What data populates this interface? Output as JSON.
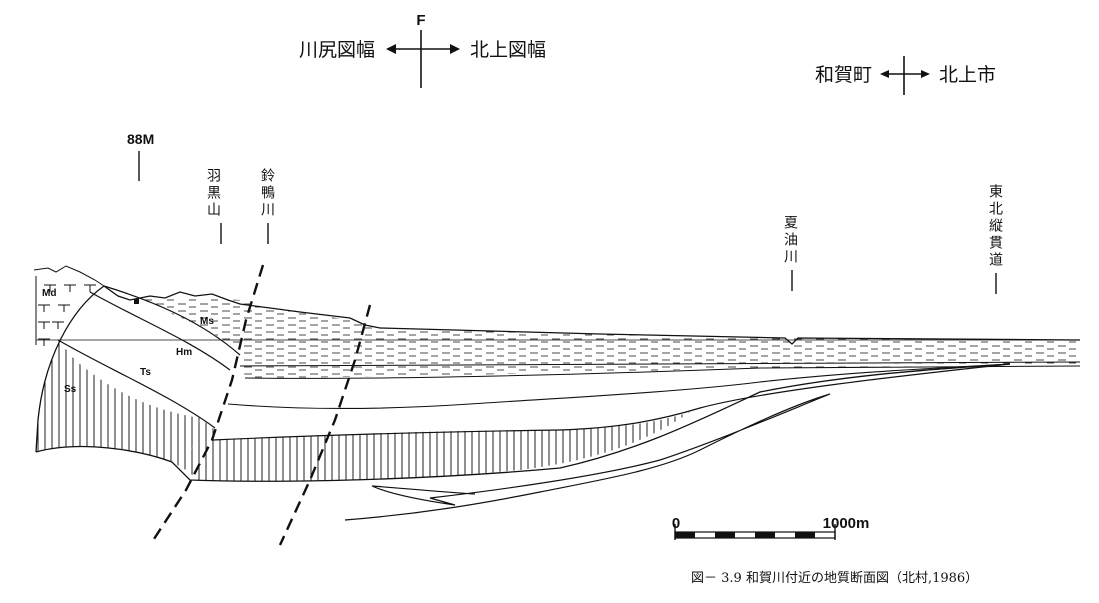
{
  "orientation_left": {
    "label": "川尻図幅",
    "north_label": "F",
    "east_label": "北上図幅"
  },
  "orientation_right": {
    "west_label": "和賀町",
    "east_label": "北上市"
  },
  "elevation_marker": "88M",
  "location_markers": [
    {
      "id": "haguro",
      "text": "羽黒山"
    },
    {
      "id": "shigi",
      "text": "鈴鴨川"
    },
    {
      "id": "natsuyu",
      "text": "夏油川"
    },
    {
      "id": "tohoku",
      "text": "東北縦貫道"
    }
  ],
  "unit_labels": [
    "Md",
    "Ms",
    "Hm",
    "Ts",
    "Ss"
  ],
  "scale_bar": {
    "start": "0",
    "end": "1000m"
  },
  "caption": "図－ 3.9 和賀川付近の地質断面図（北村,1986）"
}
